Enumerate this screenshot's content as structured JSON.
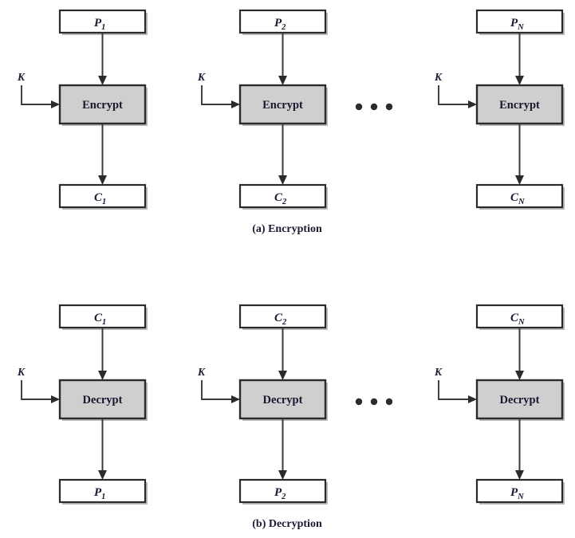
{
  "figure": {
    "background_color": "#ffffff",
    "line_color": "#3a3a3a",
    "box_fill": "#ffffff",
    "process_fill": "#cfcfcf",
    "text_color": "#1a1a33"
  },
  "sections": [
    {
      "id": "encryption",
      "caption": "(a) Encryption",
      "process_label": "Encrypt",
      "key_label": "K",
      "ellipsis": "• • •",
      "columns": [
        {
          "input": {
            "base": "P",
            "sub": "1",
            "sub_italic": false
          },
          "output": {
            "base": "C",
            "sub": "1",
            "sub_italic": false
          },
          "process": "Encrypt",
          "key": "K"
        },
        {
          "input": {
            "base": "P",
            "sub": "2",
            "sub_italic": false
          },
          "output": {
            "base": "C",
            "sub": "2",
            "sub_italic": false
          },
          "process": "Encrypt",
          "key": "K"
        },
        {
          "input": {
            "base": "P",
            "sub": "N",
            "sub_italic": true
          },
          "output": {
            "base": "C",
            "sub": "N",
            "sub_italic": true
          },
          "process": "Encrypt",
          "key": "K"
        }
      ]
    },
    {
      "id": "decryption",
      "caption": "(b) Decryption",
      "process_label": "Decrypt",
      "key_label": "K",
      "ellipsis": "• • •",
      "columns": [
        {
          "input": {
            "base": "C",
            "sub": "1",
            "sub_italic": false
          },
          "output": {
            "base": "P",
            "sub": "1",
            "sub_italic": false
          },
          "process": "Decrypt",
          "key": "K"
        },
        {
          "input": {
            "base": "C",
            "sub": "2",
            "sub_italic": false
          },
          "output": {
            "base": "P",
            "sub": "2",
            "sub_italic": false
          },
          "process": "Decrypt",
          "key": "K"
        },
        {
          "input": {
            "base": "C",
            "sub": "N",
            "sub_italic": true
          },
          "output": {
            "base": "P",
            "sub": "N",
            "sub_italic": true
          },
          "process": "Decrypt",
          "key": "K"
        }
      ]
    }
  ]
}
